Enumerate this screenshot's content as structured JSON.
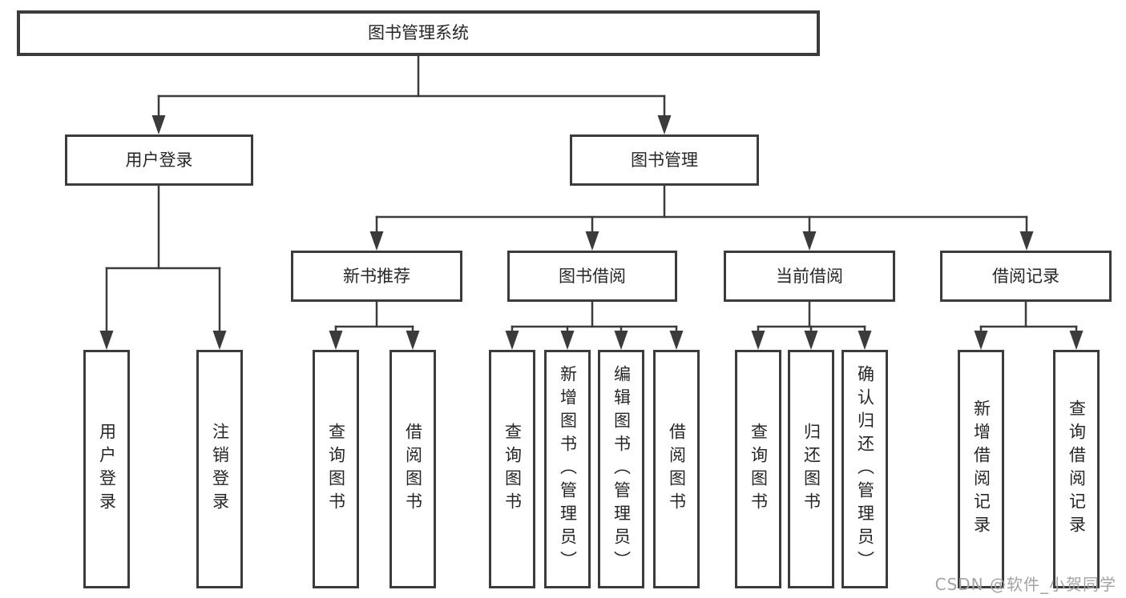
{
  "diagram_title": "图书管理系统",
  "tree": {
    "label": "图书管理系统",
    "children": [
      {
        "label": "用户登录",
        "children": [
          {
            "label": "用户登录"
          },
          {
            "label": "注销登录"
          }
        ]
      },
      {
        "label": "图书管理",
        "children": [
          {
            "label": "新书推荐",
            "children": [
              {
                "label": "查询图书"
              },
              {
                "label": "借阅图书"
              }
            ]
          },
          {
            "label": "图书借阅",
            "children": [
              {
                "label": "查询图书"
              },
              {
                "label": "新增图书（管理员）"
              },
              {
                "label": "编辑图书（管理员）"
              },
              {
                "label": "借阅图书"
              }
            ]
          },
          {
            "label": "当前借阅",
            "children": [
              {
                "label": "查询图书"
              },
              {
                "label": "归还图书"
              },
              {
                "label": "确认归还（管理员）"
              }
            ]
          },
          {
            "label": "借阅记录",
            "children": [
              {
                "label": "新增借阅记录"
              },
              {
                "label": "查询借阅记录"
              }
            ]
          }
        ]
      }
    ]
  },
  "watermark": {
    "text": "CSDN @软件_小贺同学"
  },
  "colors": {
    "line": "#3b3b3b",
    "box_border": "#3b3b3b",
    "text": "#262626",
    "watermark": "#a3a3a3",
    "background": "#ffffff"
  }
}
